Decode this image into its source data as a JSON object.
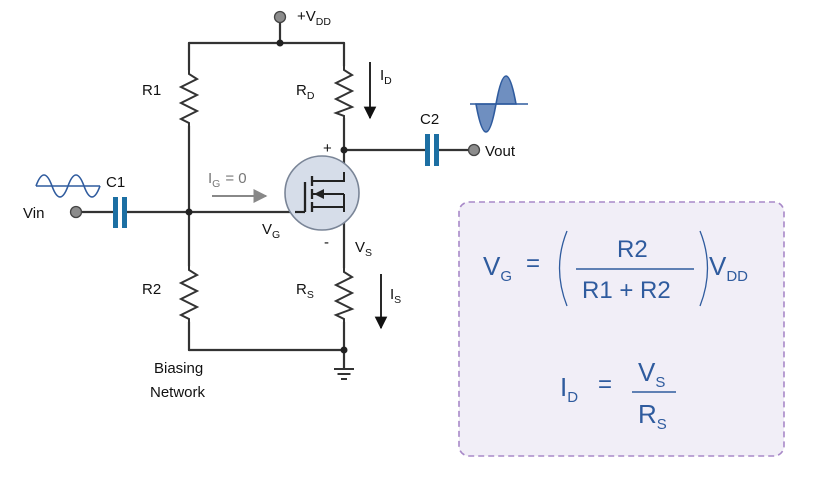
{
  "circuit": {
    "supply": "+V",
    "supply_sub": "DD",
    "r1": "R1",
    "r2": "R2",
    "rd": "R",
    "rd_sub": "D",
    "rs": "R",
    "rs_sub": "S",
    "c1": "C1",
    "c2": "C2",
    "vin": "Vin",
    "vout": "Vout",
    "id": "I",
    "id_sub": "D",
    "is": "I",
    "is_sub": "S",
    "vs": "V",
    "vs_sub": "S",
    "vg": "V",
    "vg_sub": "G",
    "ig_i": "I",
    "ig_sub": "G",
    "ig_eq": "= 0",
    "plus": "+",
    "minus": "-",
    "biasing_line1": "Biasing",
    "biasing_line2": "Network"
  },
  "equations": {
    "eq1": {
      "lhs": "V",
      "lhs_sub": "G",
      "equals": "=",
      "numerator": "R2",
      "denominator": "R1 + R2",
      "rhs": "V",
      "rhs_sub": "DD"
    },
    "eq2": {
      "lhs": "I",
      "lhs_sub": "D",
      "equals": "=",
      "numerator": "V",
      "numerator_sub": "S",
      "denominator": "R",
      "denominator_sub": "S"
    }
  },
  "colors": {
    "box_fill": "#f1eef7",
    "box_border": "#a889c8",
    "equation_text": "#2f5b9e",
    "capacitor": "#1c6fa3",
    "mosfet_fill": "#d6dde9",
    "wave_fill": "#6f8fc0"
  }
}
